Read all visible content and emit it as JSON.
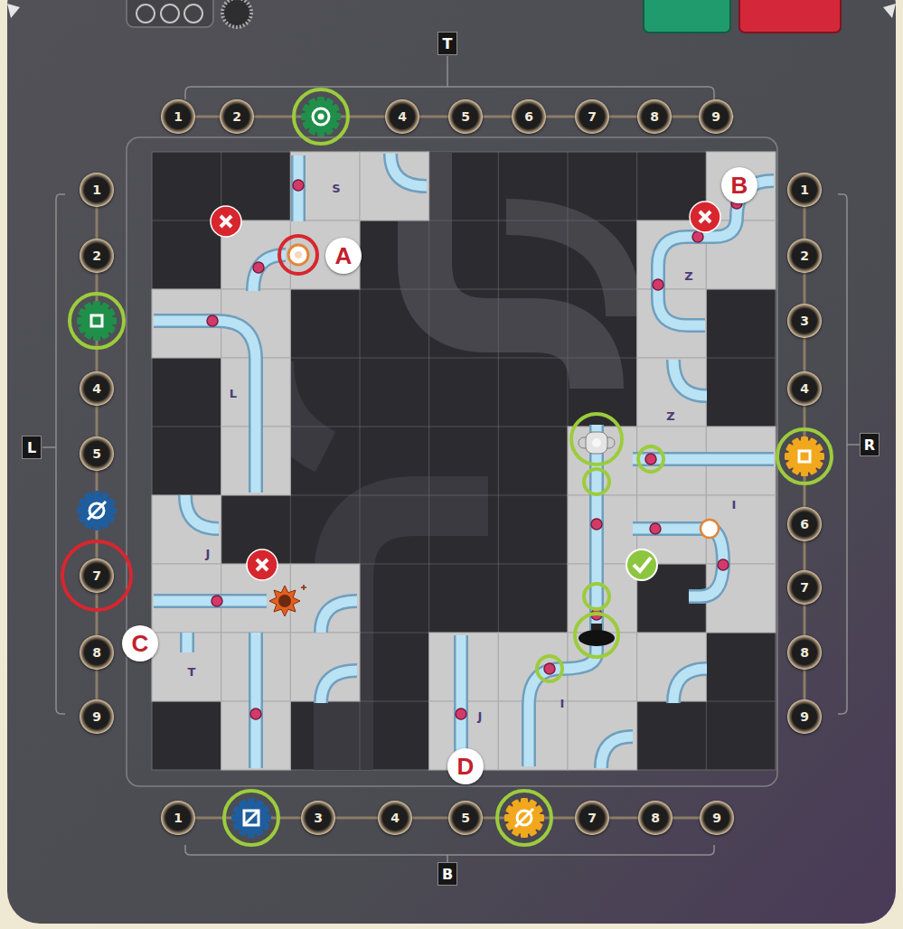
{
  "diagram": {
    "nodes": [
      {
        "text": [
          "T"
        ]
      },
      {
        "text": [
          "1"
        ]
      },
      {
        "text": [
          "2"
        ]
      },
      {
        "text": [
          "4"
        ]
      },
      {
        "text": [
          "5"
        ]
      },
      {
        "text": [
          "6"
        ]
      },
      {
        "text": [
          "7"
        ]
      },
      {
        "text": [
          "8"
        ]
      },
      {
        "text": [
          "9"
        ]
      },
      {
        "text": [
          "L"
        ]
      },
      {
        "text": [
          "1"
        ]
      },
      {
        "text": [
          "2"
        ]
      },
      {
        "text": [
          "4"
        ]
      },
      {
        "text": [
          "5"
        ]
      },
      {
        "text": [
          "7"
        ]
      },
      {
        "text": [
          "8"
        ]
      },
      {
        "text": [
          "9"
        ]
      },
      {
        "text": [
          "R"
        ]
      },
      {
        "text": [
          "1"
        ]
      },
      {
        "text": [
          "2"
        ]
      },
      {
        "text": [
          "3"
        ]
      },
      {
        "text": [
          "4"
        ]
      },
      {
        "text": [
          "6"
        ]
      },
      {
        "text": [
          "7"
        ]
      },
      {
        "text": [
          "8"
        ]
      },
      {
        "text": [
          "9"
        ]
      },
      {
        "text": [
          "B"
        ]
      },
      {
        "text": [
          "1"
        ]
      },
      {
        "text": [
          "3"
        ]
      },
      {
        "text": [
          "4"
        ]
      },
      {
        "text": [
          "5"
        ]
      },
      {
        "text": [
          "7"
        ]
      },
      {
        "text": [
          "8"
        ]
      },
      {
        "text": [
          "9"
        ]
      },
      {
        "text": [
          "A"
        ]
      },
      {
        "text": [
          "B"
        ]
      },
      {
        "text": [
          "C"
        ]
      },
      {
        "text": [
          "D"
        ]
      }
    ],
    "labels": [
      "S",
      "Z",
      "L",
      "Z",
      "I",
      "J",
      "T",
      "I",
      "J"
    ]
  }
}
